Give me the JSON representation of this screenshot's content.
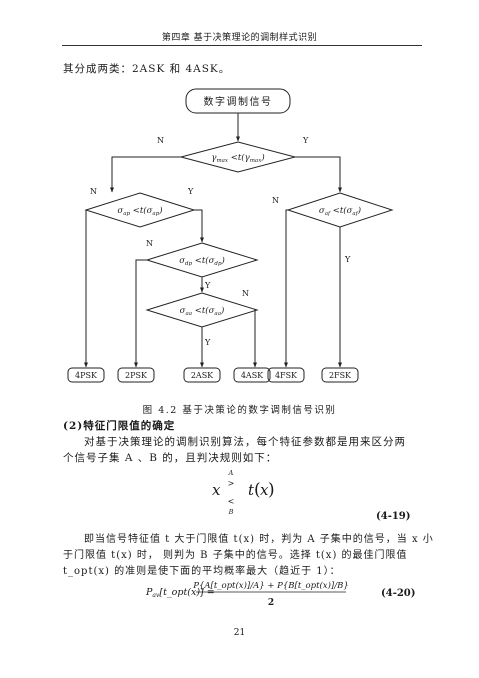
{
  "header": {
    "title": "第四章 基于决策理论的调制样式识别"
  },
  "intro": "其分成两类：2ASK 和 4ASK。",
  "flowchart": {
    "root": "数字调制信号",
    "d1": {
      "lhs": "γ",
      "lhs_sub": "max",
      "op": " <t(",
      "arg": "γ",
      "arg_sub": "max",
      "close": ")"
    },
    "d2": {
      "lhs": "σ",
      "lhs_sub": "ap",
      "op": " <t(",
      "arg": "σ",
      "arg_sub": "ap",
      "close": ")"
    },
    "d3": {
      "lhs": "σ",
      "lhs_sub": "af",
      "op": " <t(",
      "arg": "σ",
      "arg_sub": "af",
      "close": ")"
    },
    "d4": {
      "lhs": "σ",
      "lhs_sub": "dp",
      "op": " <t(",
      "arg": "σ",
      "arg_sub": "dp",
      "close": ")"
    },
    "d5": {
      "lhs": "σ",
      "lhs_sub": "aa",
      "op": " <t(",
      "arg": "σ",
      "arg_sub": "aa",
      "close": ")"
    },
    "branch_labels": {
      "n": "N",
      "y": "Y"
    },
    "outputs": [
      "4PSK",
      "2PSK",
      "2ASK",
      "4ASK",
      "4FSK",
      "2FSK"
    ]
  },
  "caption": "图 4.2 基于决策论的数字调制信号识别",
  "section_title": "(2)特征门限值的确定",
  "para1_line1": "对基于决策理论的调制识别算法，每个特征参数都是用来区分两",
  "para1_line2": "个信号子集 A 、B 的，且判决规则如下：",
  "eq19": {
    "x": "x",
    "A": "A",
    "gt": ">",
    "lt": "<",
    "B": "B",
    "t": "t",
    "arg": "x",
    "number": "(4-19)"
  },
  "para2_line1": "即当信号特征值 t 大于门限值 t(x) 时，判为 A 子集中的信号，当 x 小",
  "para2_line2": "于门限值 t(x) 时，  则判为 B 子集中的信号。选择 t(x) 的最佳门限值",
  "para2_line3": "t_opt(x) 的准则是使下面的平均概率最大（趋近于 1）：",
  "eq20": {
    "lhs": "P",
    "lhs_sub": "av",
    "lhs_arg": "[t_opt(x)] =",
    "numerator": "P{A[t_opt(x)]/A} + P{B[t_opt(x)]/B}",
    "denominator": "2",
    "number": "(4-20)"
  },
  "page_number": "21"
}
